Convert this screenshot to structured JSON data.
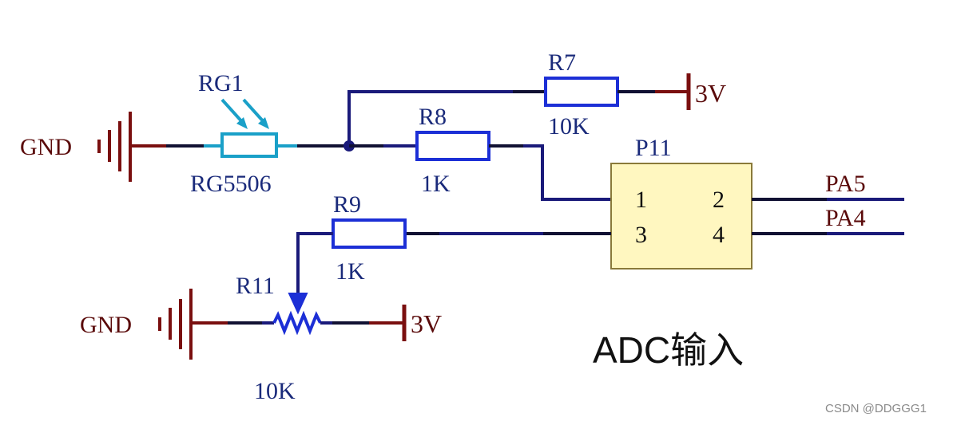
{
  "colors": {
    "wire_navy": "#1a1a7a",
    "wire_blue": "#0a2fbf",
    "power_dark_red": "#7a0f0f",
    "component_blue": "#1c2fd6",
    "ldr_cyan": "#1aa0c8",
    "label_blue": "#1a2a7a",
    "connector_fill": "#fff7c0",
    "connector_border": "#8a7a3a",
    "text_dark_red": "#5a0a0a"
  },
  "rg1": {
    "ref": "RG1",
    "part": "RG5506"
  },
  "r7": {
    "ref": "R7",
    "value": "10K"
  },
  "r8": {
    "ref": "R8",
    "value": "1K"
  },
  "r9": {
    "ref": "R9",
    "value": "1K"
  },
  "r11": {
    "ref": "R11",
    "value": "10K"
  },
  "p11": {
    "ref": "P11",
    "pin1": "1",
    "pin2": "2",
    "pin3": "3",
    "pin4": "4"
  },
  "nets": {
    "gnd_top": "GND",
    "gnd_bottom": "GND",
    "v3_top": "3V",
    "v3_bottom": "3V",
    "pa5": "PA5",
    "pa4": "PA4"
  },
  "caption": "ADC输入",
  "watermark": "CSDN @DDGGG1"
}
